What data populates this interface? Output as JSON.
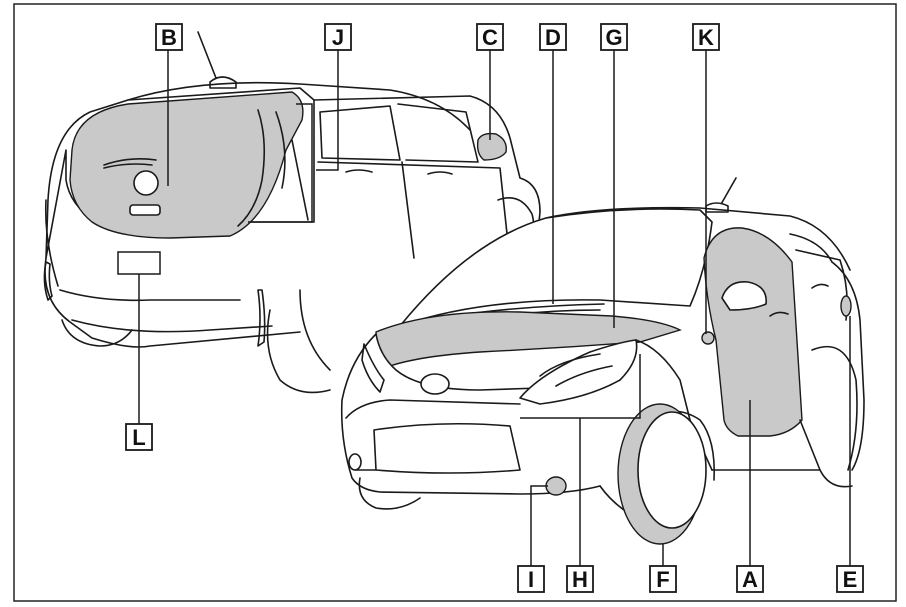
{
  "callouts": {
    "A": "A",
    "B": "B",
    "C": "C",
    "D": "D",
    "E": "E",
    "F": "F",
    "G": "G",
    "H": "H",
    "I": "I",
    "J": "J",
    "K": "K",
    "L": "L"
  },
  "colors": {
    "highlight": "#c9c9c9",
    "line": "#1a1a1a",
    "background": "#ffffff"
  }
}
